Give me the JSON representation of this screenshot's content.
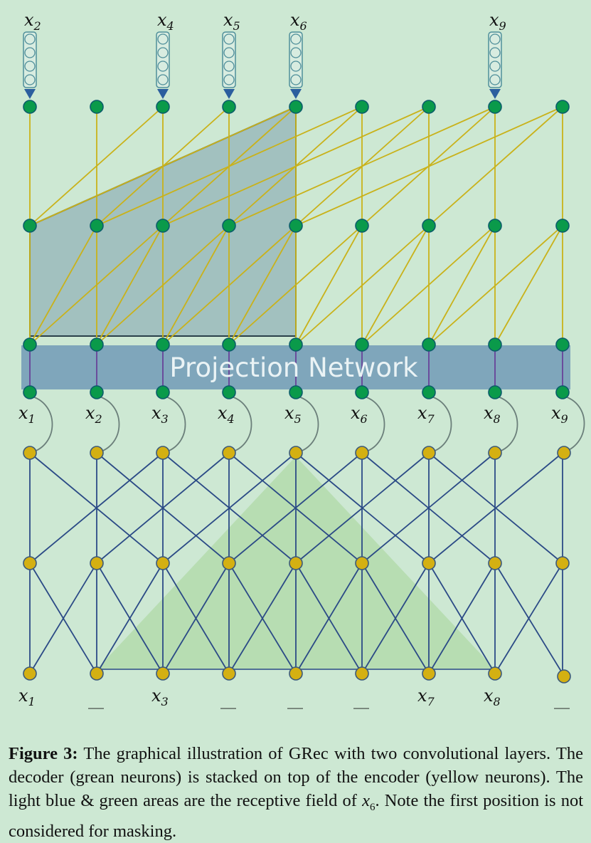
{
  "projection_label": "Projection Network",
  "decoder_inputs": [
    {
      "base": "x",
      "sub": "2",
      "col": 0
    },
    {
      "base": "x",
      "sub": "4",
      "col": 2
    },
    {
      "base": "x",
      "sub": "5",
      "col": 3
    },
    {
      "base": "x",
      "sub": "6",
      "col": 4
    },
    {
      "base": "x",
      "sub": "9",
      "col": 7
    }
  ],
  "middle_labels": [
    {
      "base": "x",
      "sub": "1"
    },
    {
      "base": "x",
      "sub": "2"
    },
    {
      "base": "x",
      "sub": "3"
    },
    {
      "base": "x",
      "sub": "4"
    },
    {
      "base": "x",
      "sub": "5"
    },
    {
      "base": "x",
      "sub": "6"
    },
    {
      "base": "x",
      "sub": "7"
    },
    {
      "base": "x",
      "sub": "8"
    },
    {
      "base": "x",
      "sub": "9"
    }
  ],
  "bottom_labels": [
    {
      "base": "x",
      "sub": "1"
    },
    {
      "base": "__",
      "sub": ""
    },
    {
      "base": "x",
      "sub": "3"
    },
    {
      "base": "__",
      "sub": ""
    },
    {
      "base": "__",
      "sub": ""
    },
    {
      "base": "__",
      "sub": ""
    },
    {
      "base": "x",
      "sub": "7"
    },
    {
      "base": "x",
      "sub": "8"
    },
    {
      "base": "__",
      "sub": ""
    }
  ],
  "colors": {
    "background": "#cde8d3",
    "green_neuron": "#0a9a4a",
    "yellow_neuron": "#d4b012",
    "decoder_edge": "#c9b21a",
    "encoder_edge": "#2b4a86",
    "projection_band": "#7fa6bb",
    "blue_area": "#9dbdbd",
    "green_area": "#b5dcae"
  },
  "caption": {
    "label": "Figure 3:",
    "text_before_var": " The graphical illustration of GRec with two convolutional layers. The decoder (grean neurons) is stacked on top of the encoder (yellow neurons). The light blue & green areas are the receptive field of ",
    "var_base": "x",
    "var_sub": "6",
    "text_after_var": ". Note the first position is not considered for masking."
  }
}
